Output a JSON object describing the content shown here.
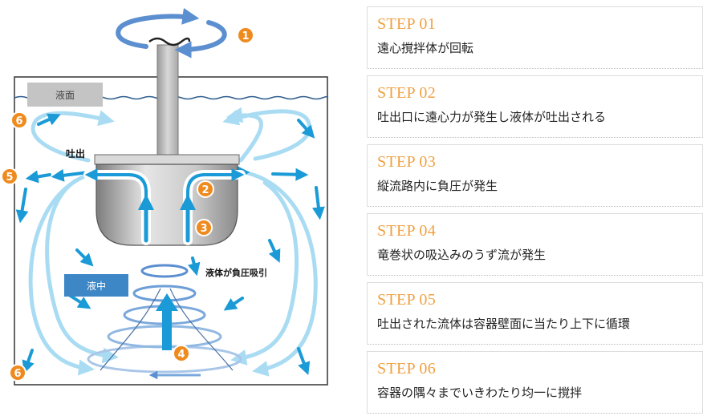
{
  "diagram": {
    "labels": {
      "liquid_surface": "液面",
      "discharge": "吐出",
      "in_liquid": "液中",
      "negative_pressure_suction": "液体が負圧吸引"
    },
    "markers": [
      "1",
      "2",
      "3",
      "4",
      "5",
      "6"
    ],
    "colors": {
      "marker": "#ef8a1e",
      "arrow_dark": "#1a9ad6",
      "arrow_light": "#a9dcf3",
      "rotation": "#5b8fd0",
      "impeller": "#c8c8c8",
      "label_box_gray": "#c4c4c4",
      "label_box_blue": "#3d87c7"
    }
  },
  "steps": [
    {
      "title": "STEP 01",
      "desc": "遠心撹拌体が回転"
    },
    {
      "title": "STEP 02",
      "desc": "吐出口に遠心力が発生し液体が吐出される"
    },
    {
      "title": "STEP 03",
      "desc": "縦流路内に負圧が発生"
    },
    {
      "title": "STEP 04",
      "desc": "竜巻状の吸込みのうず流が発生"
    },
    {
      "title": "STEP 05",
      "desc": "吐出された流体は容器壁面に当たり上下に循環"
    },
    {
      "title": "STEP 06",
      "desc": "容器の隅々までいきわたり均一に撹拌"
    }
  ]
}
